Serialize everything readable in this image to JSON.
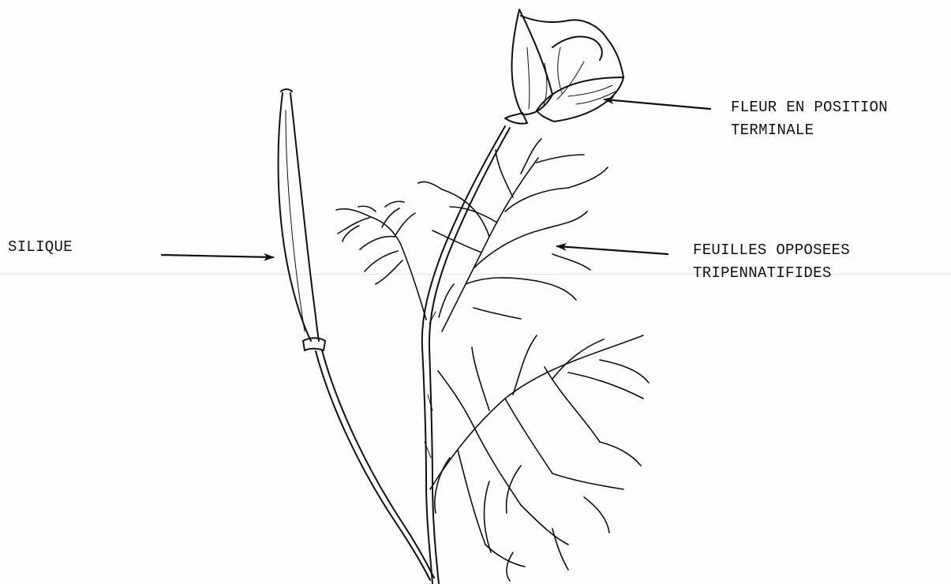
{
  "labels": {
    "flower": [
      "FLEUR EN POSITION",
      "TERMINALE"
    ],
    "silique": [
      "SILIQUE"
    ],
    "leaves": [
      "FEUILLES OPPOSEES",
      "TRIPENNATIFIDES"
    ]
  },
  "colors": {
    "ink": "#111111",
    "paper": "#fdfdfc",
    "scan_line": "#ece2ea"
  }
}
